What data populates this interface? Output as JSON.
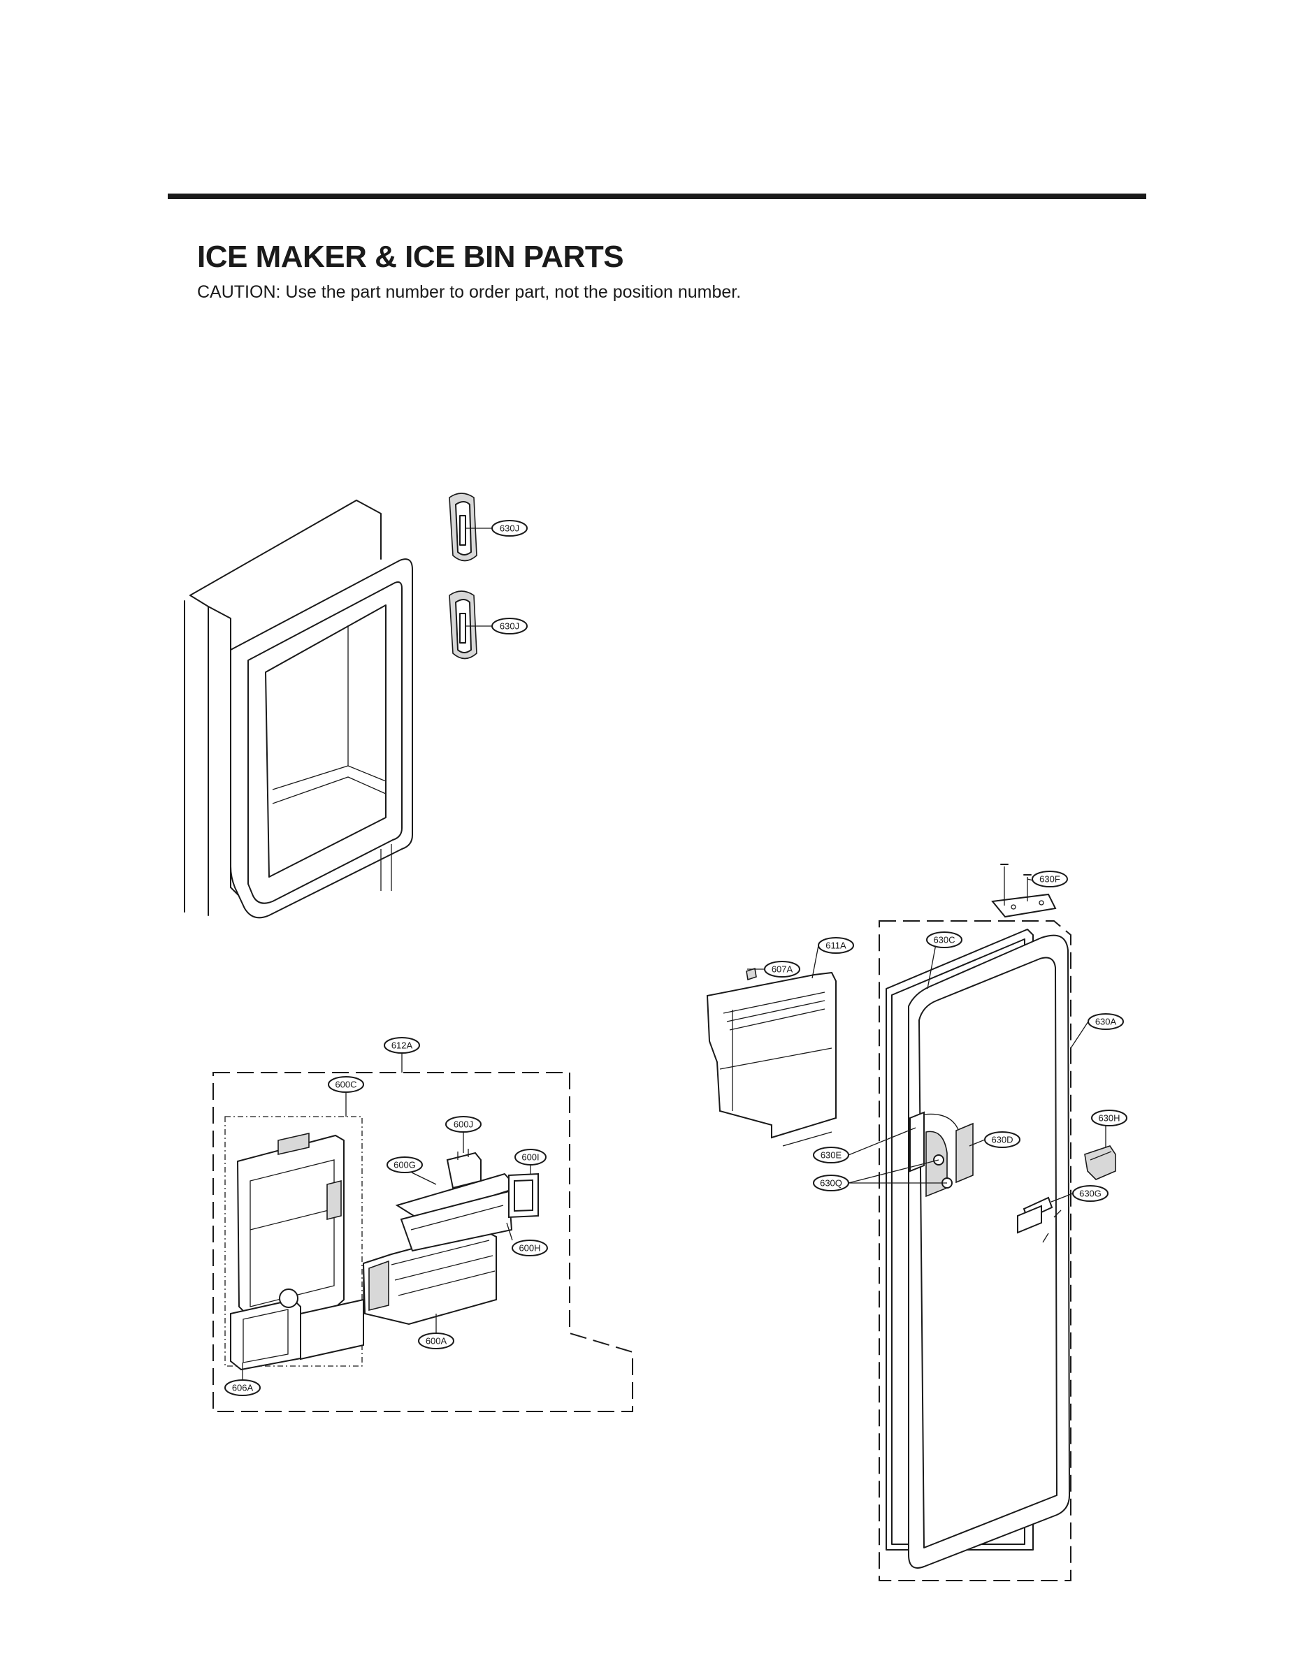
{
  "header": {
    "title": "ICE MAKER & ICE BIN PARTS",
    "caution": "CAUTION: Use the part number to order part, not the position number."
  },
  "callouts": [
    {
      "id": "c-630J-top",
      "label": "630J"
    },
    {
      "id": "c-630J-bottom",
      "label": "630J"
    },
    {
      "id": "c-630F",
      "label": "630F"
    },
    {
      "id": "c-611A",
      "label": "611A"
    },
    {
      "id": "c-607A",
      "label": "607A"
    },
    {
      "id": "c-630C",
      "label": "630C"
    },
    {
      "id": "c-630A",
      "label": "630A"
    },
    {
      "id": "c-630H",
      "label": "630H"
    },
    {
      "id": "c-630D",
      "label": "630D"
    },
    {
      "id": "c-630E",
      "label": "630E"
    },
    {
      "id": "c-630Q",
      "label": "630Q"
    },
    {
      "id": "c-630G",
      "label": "630G"
    },
    {
      "id": "c-612A",
      "label": "612A"
    },
    {
      "id": "c-600C",
      "label": "600C"
    },
    {
      "id": "c-600J",
      "label": "600J"
    },
    {
      "id": "c-600G",
      "label": "600G"
    },
    {
      "id": "c-600I",
      "label": "600I"
    },
    {
      "id": "c-600H",
      "label": "600H"
    },
    {
      "id": "c-600A",
      "label": "600A"
    },
    {
      "id": "c-606A",
      "label": "606A"
    }
  ]
}
